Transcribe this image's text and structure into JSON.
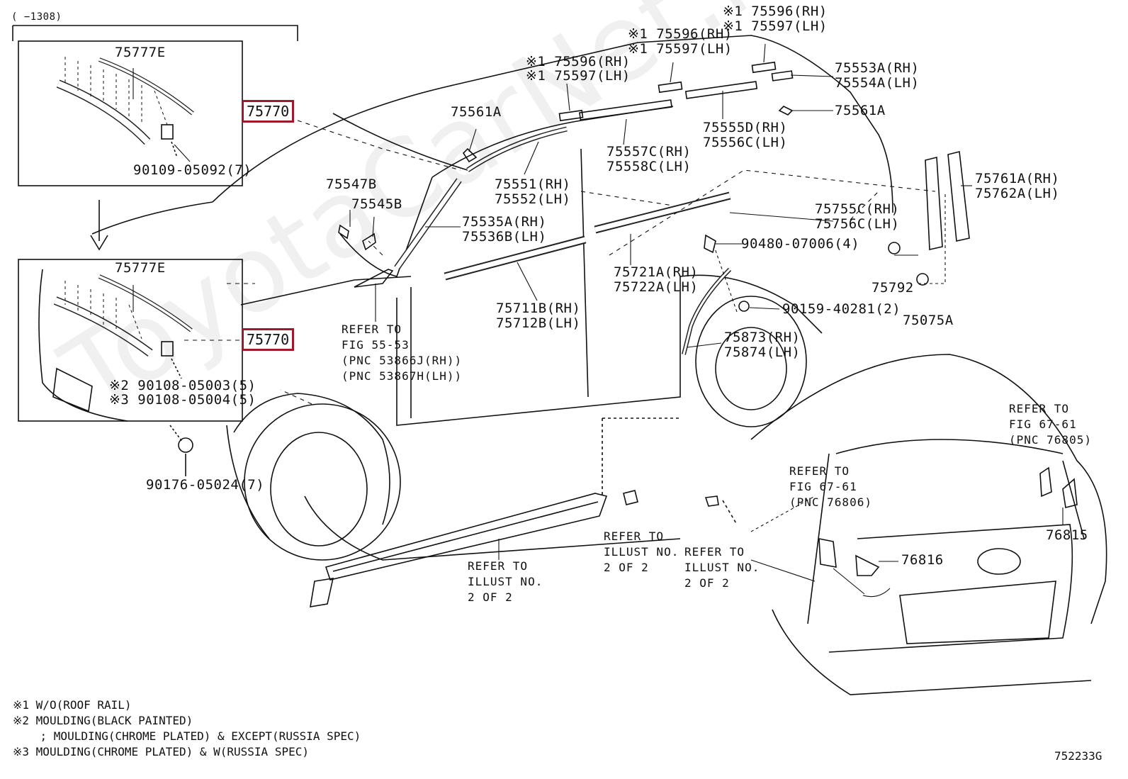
{
  "header": {
    "range": "(   −1308)"
  },
  "highlight": {
    "top": "75770",
    "bottom": "75770"
  },
  "inset_top": {
    "part": "75777E",
    "fastener": "90109-05092(7)"
  },
  "inset_bottom": {
    "part": "75777E",
    "fastener_a": "※2 90108-05003(5)",
    "fastener_b": "※3 90108-05004(5)",
    "clip": "90176-05024(7)"
  },
  "parts": {
    "p75596a": "※1 75596(RH)",
    "p75597a": "※1 75597(LH)",
    "p75596b": "※1 75596(RH)",
    "p75597b": "※1 75597(LH)",
    "p75596c": "※1 75596(RH)",
    "p75597c": "※1 75597(LH)",
    "p75553": "75553A(RH)",
    "p75554": "75554A(LH)",
    "p75561a": "75561A",
    "p75561b": "75561A",
    "p75555": "75555D(RH)",
    "p75556": "75556C(LH)",
    "p75557": "75557C(RH)",
    "p75558": "75558C(LH)",
    "p75551": "75551(RH)",
    "p75552": "75552(LH)",
    "p75547": "75547B",
    "p75545": "75545B",
    "p75535": "75535A(RH)",
    "p75536": "75536B(LH)",
    "p75761": "75761A(RH)",
    "p75762": "75762A(LH)",
    "p75755": "75755C(RH)",
    "p75756": "75756C(LH)",
    "p90480": "90480-07006(4)",
    "p75721": "75721A(RH)",
    "p75722": "75722A(LH)",
    "p75711": "75711B(RH)",
    "p75712": "75712B(LH)",
    "p75792": "75792",
    "p75075": "75075A",
    "p90159": "90159-40281(2)",
    "p75873": "75873(RH)",
    "p75874": "75874(LH)",
    "p76815": "76815",
    "p76816": "76816"
  },
  "refs": {
    "fig5553": [
      "REFER TO",
      "FIG 55-53",
      "(PNC 53866J(RH))",
      "(PNC 53867H(LH))"
    ],
    "illust1": [
      "REFER TO",
      "ILLUST NO.",
      "2 OF 2"
    ],
    "illust2": [
      "REFER TO",
      "ILLUST NO.",
      "2 OF 2"
    ],
    "illust3": [
      "REFER TO",
      "ILLUST NO.",
      "2 OF 2"
    ],
    "fig6761a": [
      "REFER TO",
      "FIG 67-61",
      "(PNC 76805)"
    ],
    "fig6761b": [
      "REFER TO",
      "FIG 67-61",
      "(PNC 76806)"
    ]
  },
  "notes": [
    "※1 W/O(ROOF RAIL)",
    "※2 MOULDING(BLACK PAINTED)",
    "    ; MOULDING(CHROME PLATED) & EXCEPT(RUSSIA SPEC)",
    "※3 MOULDING(CHROME PLATED) & W(RUSSIA SPEC)"
  ],
  "figure_code": "752233G",
  "watermark": "ToyotaCarNet.ru",
  "colors": {
    "highlight": "#a0182b",
    "ink": "#111111"
  }
}
